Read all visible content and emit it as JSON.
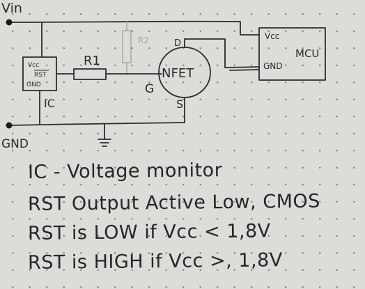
{
  "labels": {
    "vin": "Vin",
    "gnd": "GND",
    "r1": "R1",
    "r2": "R2",
    "ic_vcc": "Vcc",
    "ic_rst": "RST",
    "ic_gnd": "GND",
    "ic_name": "IC",
    "gate": "G",
    "drain": "D",
    "source": "S",
    "fet": "NFET",
    "mcu_vcc": "Vcc",
    "mcu_gnd": "GND",
    "mcu": "MCU"
  },
  "notes": [
    "IC - Voltage monitor",
    "RST Output Active Low, CMOS",
    "RST is LOW if Vcc < 1,8V",
    "RST is HIGH if Vcc >, 1,8V"
  ]
}
